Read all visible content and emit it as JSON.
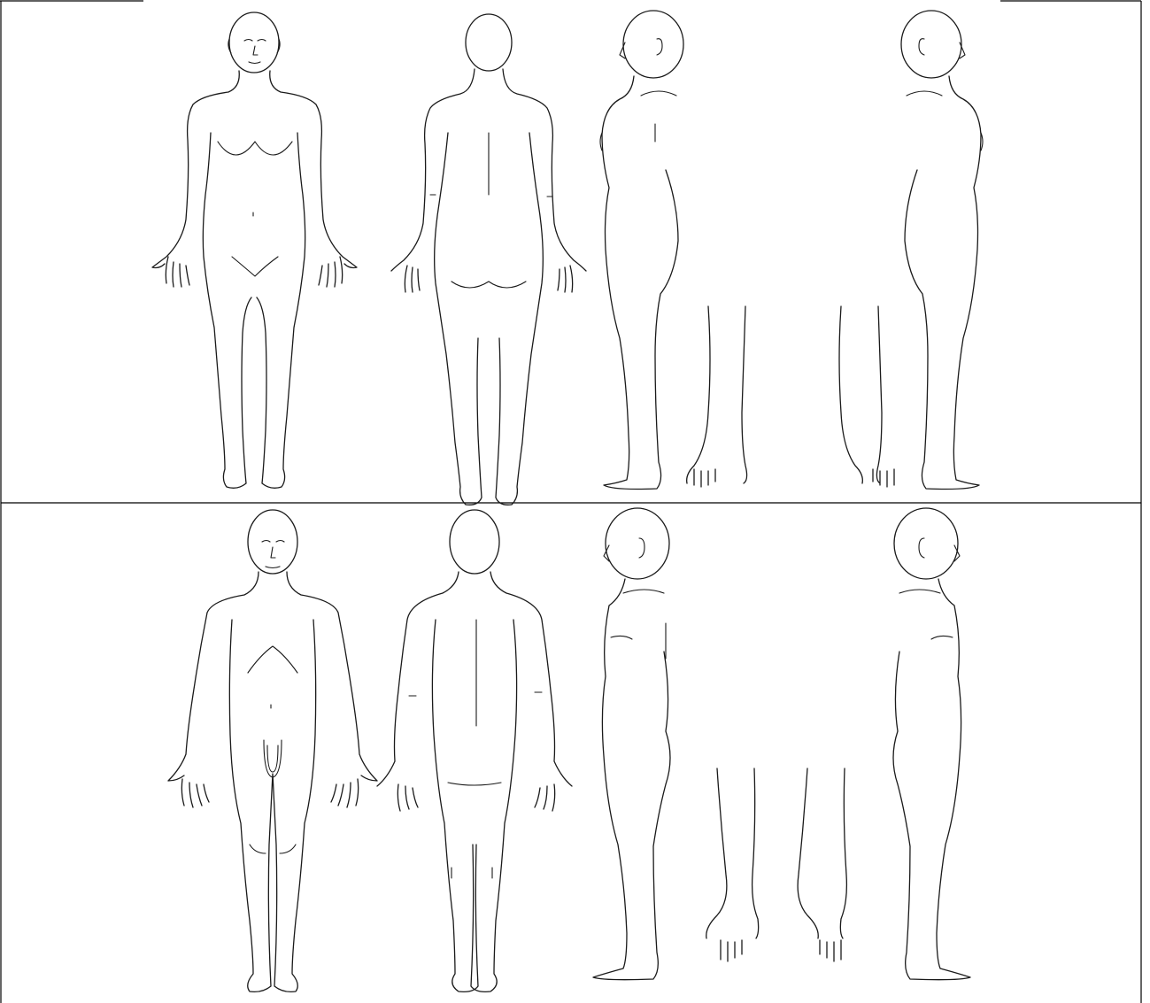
{
  "sheet": {
    "rows": [
      {
        "name": "female",
        "views": [
          "front",
          "back",
          "right-side",
          "left-side"
        ]
      },
      {
        "name": "male",
        "views": [
          "front",
          "back",
          "right-side",
          "left-side"
        ]
      }
    ],
    "line_color": "#1a1a1a",
    "background": "#ffffff"
  }
}
